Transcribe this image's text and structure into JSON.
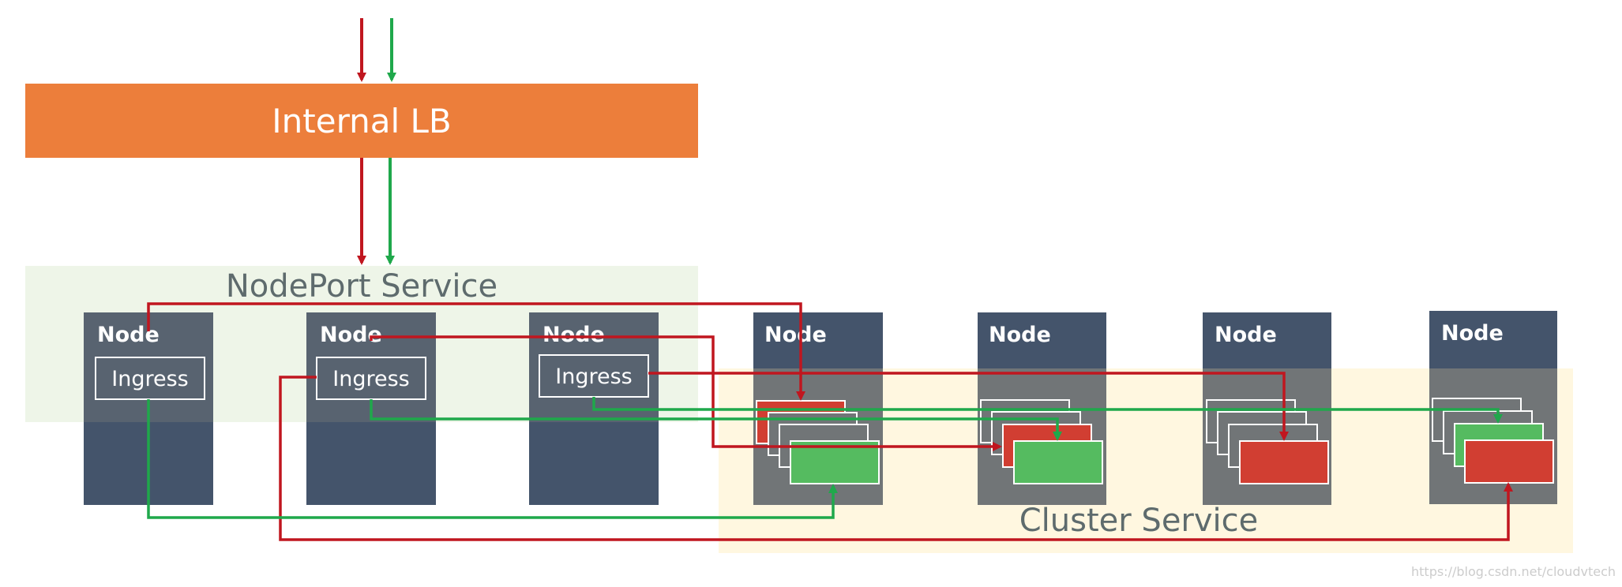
{
  "lb": {
    "label": "Internal LB"
  },
  "nodeport_service": {
    "label": "NodePort Service"
  },
  "cluster_service": {
    "label": "Cluster Service"
  },
  "nodes": [
    {
      "label": "Node",
      "ingress": "Ingress"
    },
    {
      "label": "Node",
      "ingress": "Ingress"
    },
    {
      "label": "Node",
      "ingress": "Ingress"
    },
    {
      "label": "Node"
    },
    {
      "label": "Node"
    },
    {
      "label": "Node"
    },
    {
      "label": "Node"
    }
  ],
  "watermark": "https://blog.csdn.net/cloudvtech",
  "colors": {
    "lb": "#ec7e3b",
    "node": "#44546b",
    "node_grey": "#717577",
    "nodeport_bg": "#e2efd9",
    "cluster_bg": "#fff4d6",
    "red_traffic": "#c0161f",
    "green_traffic": "#1fa84b",
    "pod_red": "#d13e32",
    "pod_green": "#55bb60",
    "label_grey": "#5e6b6d"
  }
}
